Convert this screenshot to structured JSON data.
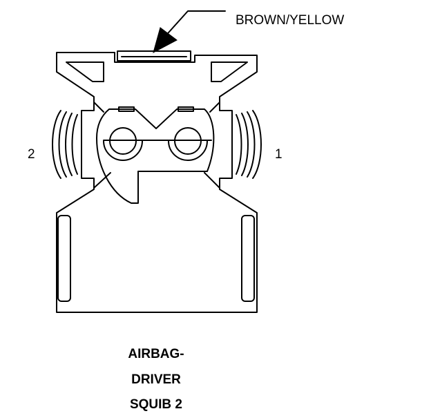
{
  "callout": {
    "label": "BROWN/YELLOW"
  },
  "pins": {
    "left_label": "2",
    "right_label": "1"
  },
  "caption": {
    "line1": "AIRBAG-",
    "line2": "DRIVER",
    "line3": "SQUIB 2"
  }
}
